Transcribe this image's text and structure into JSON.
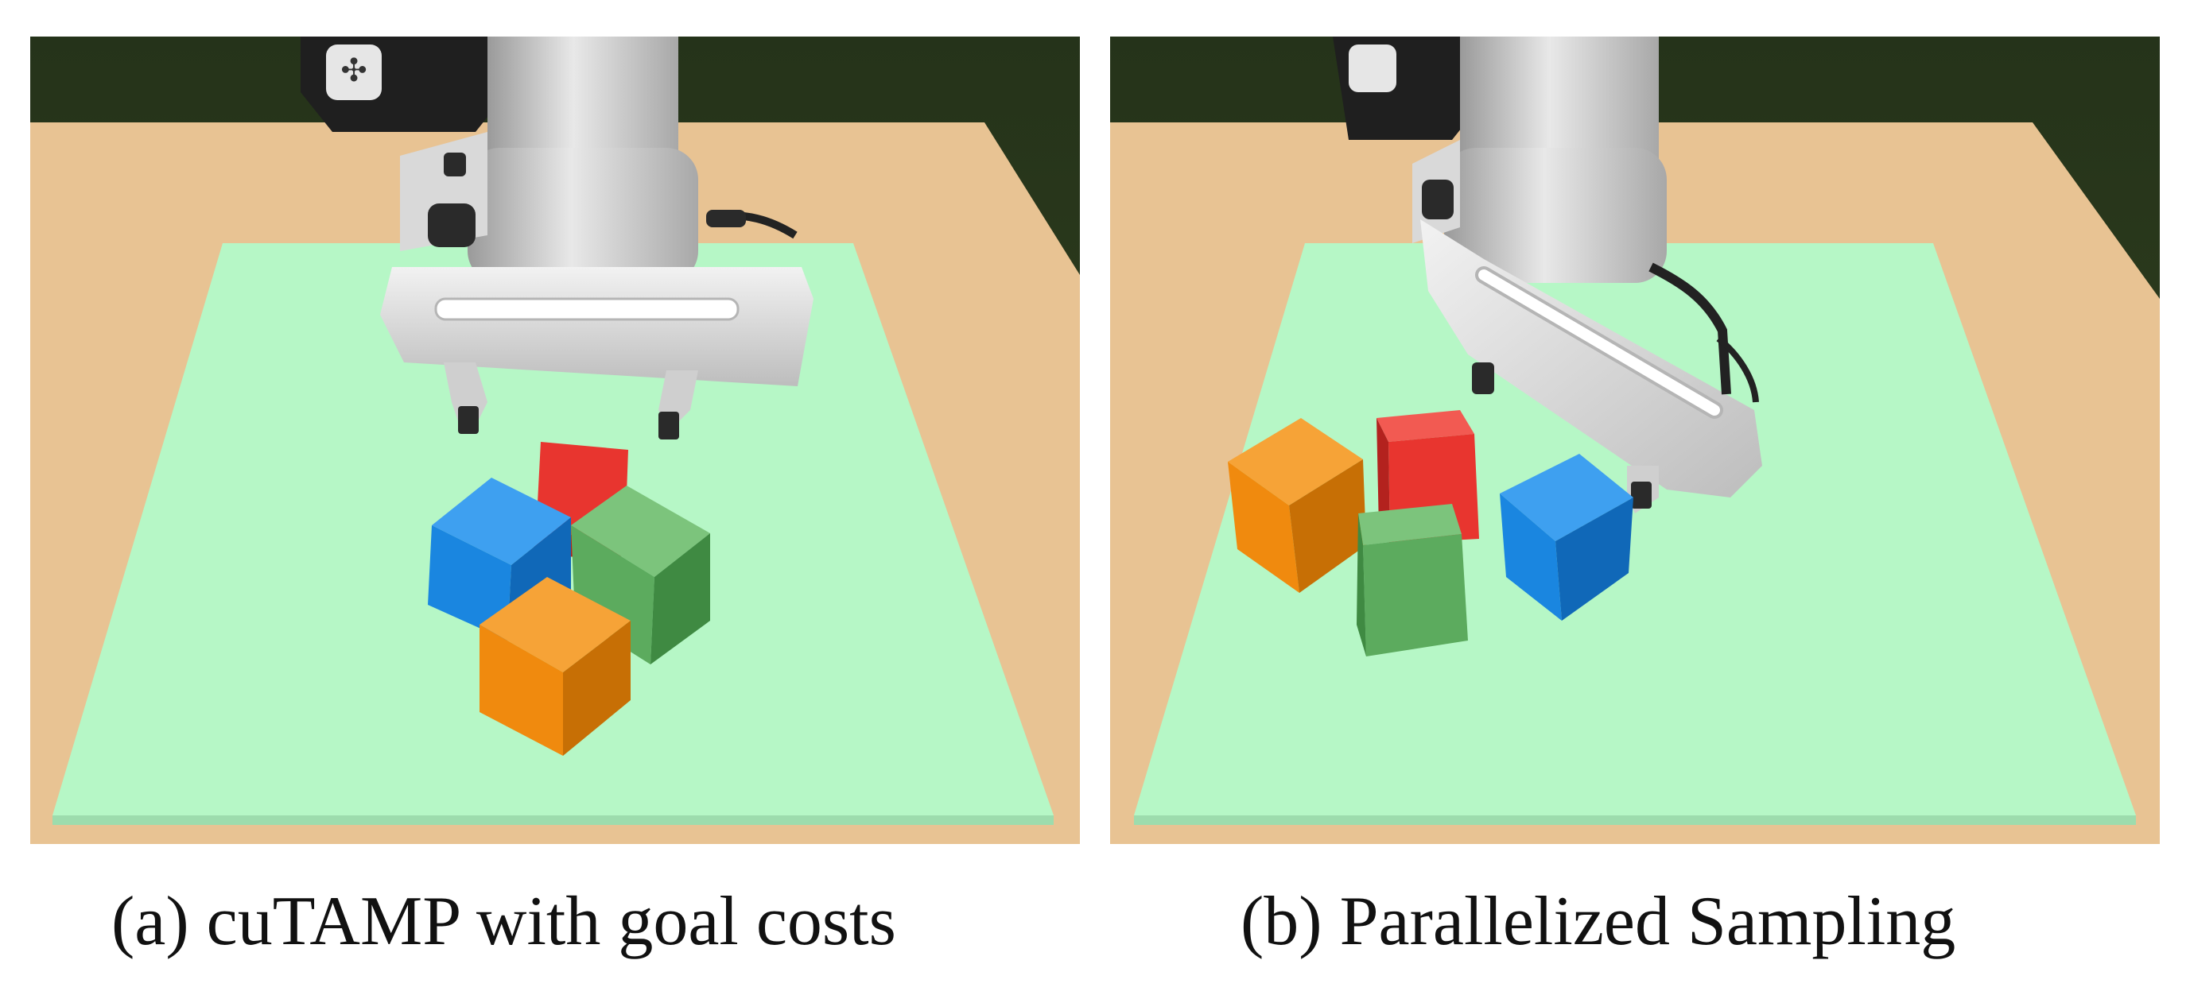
{
  "figure": {
    "panels": [
      {
        "caption": "(a) cuTAMP with goal costs",
        "scene": "simulated robot gripper above four stacked colored cubes on a green mat"
      },
      {
        "caption": "(b) Parallelized Sampling",
        "scene": "simulated robot gripper next to four scattered colored cubes on a green mat"
      }
    ]
  },
  "colors": {
    "background_wall": "#2b3a1e",
    "table": "#e8c393",
    "mat": "#b6f7c6",
    "cube_red": "#e8352f",
    "cube_blue": "#1a86e0",
    "cube_green": "#5cab5e",
    "cube_orange": "#f08a0e",
    "robot_white": "#e2e2e2",
    "robot_dark": "#2a2a2a"
  }
}
